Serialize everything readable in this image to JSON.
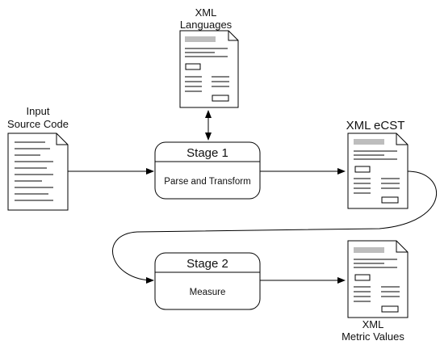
{
  "labels": {
    "xml_languages_line1": "XML",
    "xml_languages_line2": "Languages",
    "input_line1": "Input",
    "input_line2": "Source Code",
    "xml_ecst": "XML eCST",
    "metric_line1": "XML",
    "metric_line2": "Metric Values"
  },
  "stages": [
    {
      "title": "Stage 1",
      "subtitle": "Parse and Transform"
    },
    {
      "title": "Stage 2",
      "subtitle": "Measure"
    }
  ]
}
